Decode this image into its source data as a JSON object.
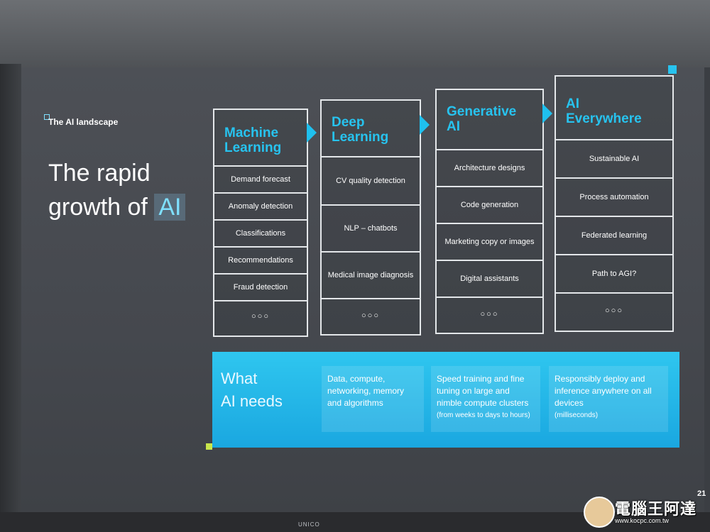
{
  "slide": {
    "label": "The AI landscape",
    "title_line1": "The rapid",
    "title_line2_prefix": "growth of",
    "title_highlight": "AI",
    "page_number": "21"
  },
  "columns": [
    {
      "title_line1": "Machine",
      "title_line2": "Learning",
      "items": [
        "Demand forecast",
        "Anomaly detection",
        "Classifications",
        "Recommendations",
        "Fraud detection",
        "○○○"
      ]
    },
    {
      "title_line1": "Deep",
      "title_line2": "Learning",
      "items": [
        "CV quality detection",
        "NLP – chatbots",
        "Medical image diagnosis",
        "○○○"
      ]
    },
    {
      "title_line1": "Generative",
      "title_line2": "AI",
      "items": [
        "Architecture designs",
        "Code generation",
        "Marketing copy or images",
        "Digital assistants",
        "○○○"
      ]
    },
    {
      "title_line1": "AI",
      "title_line2": "Everywhere",
      "items": [
        "Sustainable AI",
        "Process automation",
        "Federated learning",
        "Path to AGI?",
        "○○○"
      ]
    }
  ],
  "needs": {
    "title_line1": "What",
    "title_line2": "AI needs",
    "boxes": [
      {
        "text": "Data, compute, networking, memory and algorithms",
        "note": ""
      },
      {
        "text": "Speed training and fine tuning on large and nimble compute clusters",
        "note": "(from weeks to days to hours)"
      },
      {
        "text": "Responsibly deploy and inference anywhere on all devices",
        "note": "(milliseconds)"
      }
    ]
  },
  "watermark": {
    "text": "電腦王阿達",
    "url": "www.kocpc.com.tw"
  },
  "projector_brand": "UNICO",
  "colors": {
    "accent_cyan": "#27c3ef",
    "banner_blue": "#1fb3e6",
    "screen_gray": "#474a50",
    "corner_green": "#c9e64c"
  }
}
